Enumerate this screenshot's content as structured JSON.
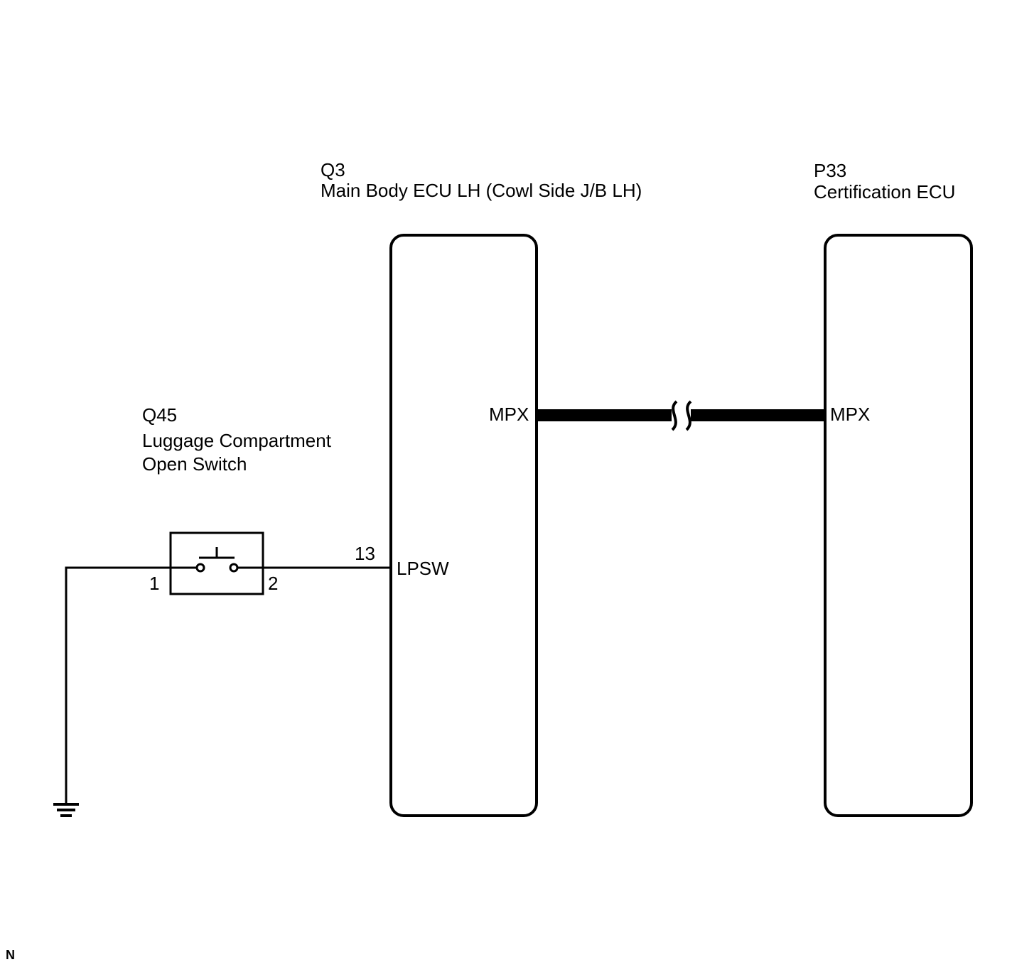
{
  "components": {
    "main_body_ecu": {
      "code": "Q3",
      "name": "Main Body ECU LH (Cowl Side J/B LH)",
      "terminals": {
        "mpx": "MPX",
        "lpsw": "LPSW",
        "lpsw_pin": "13"
      }
    },
    "certification_ecu": {
      "code": "P33",
      "name": "Certification ECU",
      "terminals": {
        "mpx": "MPX"
      }
    },
    "luggage_switch": {
      "code": "Q45",
      "name_line1": "Luggage Compartment",
      "name_line2": "Open Switch",
      "pin_left": "1",
      "pin_right": "2"
    }
  },
  "footer": {
    "corner_mark": "N"
  }
}
